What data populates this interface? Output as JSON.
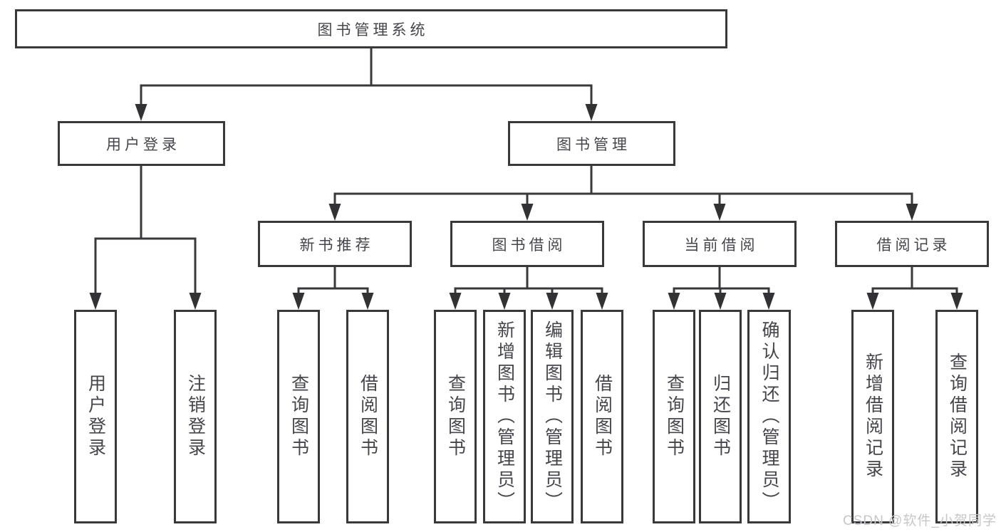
{
  "diagram": {
    "type": "feature-tree",
    "root": {
      "label": "图书管理系统"
    },
    "branches": [
      {
        "label": "用户登录",
        "children": [
          {
            "label": "用户登录"
          },
          {
            "label": "注销登录"
          }
        ]
      },
      {
        "label": "图书管理",
        "children": [
          {
            "label": "新书推荐",
            "children": [
              {
                "label": "查询图书"
              },
              {
                "label": "借阅图书"
              }
            ]
          },
          {
            "label": "图书借阅",
            "children": [
              {
                "label": "查询图书"
              },
              {
                "label": "新增图书（管理员）"
              },
              {
                "label": "编辑图书（管理员）"
              },
              {
                "label": "借阅图书"
              }
            ]
          },
          {
            "label": "当前借阅",
            "children": [
              {
                "label": "查询图书"
              },
              {
                "label": "归还图书"
              },
              {
                "label": "确认归还（管理员）"
              }
            ]
          },
          {
            "label": "借阅记录",
            "children": [
              {
                "label": "新增借阅记录"
              },
              {
                "label": "查询借阅记录"
              }
            ]
          }
        ]
      }
    ],
    "colors": {
      "line": "#39393c",
      "box_border": "#39393b",
      "text": "#45454b",
      "background": "#ffffff",
      "watermark": "#c7c7c9"
    }
  },
  "watermark": "CSDN @软件_小贺同学"
}
